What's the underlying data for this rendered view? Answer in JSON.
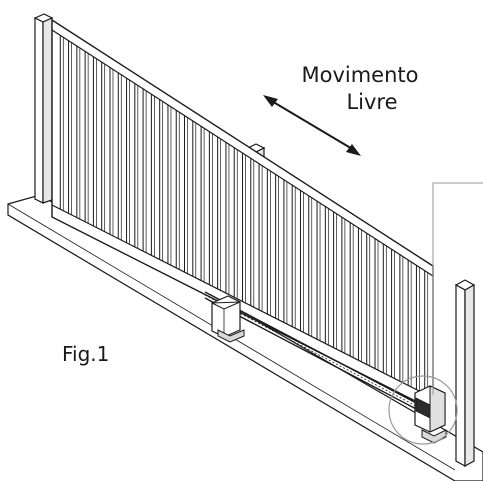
{
  "diagram": {
    "motion_label_line1": "Movimento",
    "motion_label_line2": "Livre",
    "figure_label": "Fig.1"
  },
  "colors": {
    "ink": "#1a1a1a",
    "paper": "#ffffff",
    "shade": "#bdbdbd"
  }
}
